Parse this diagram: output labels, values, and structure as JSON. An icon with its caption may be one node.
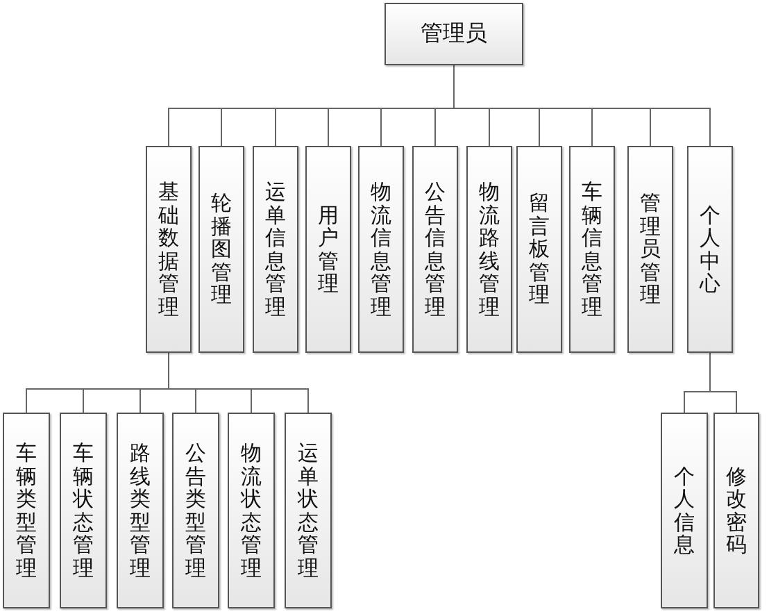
{
  "diagram": {
    "nodes": [
      {
        "text": [
          "管理员"
        ]
      },
      {
        "text": [
          "基础数据管理"
        ]
      },
      {
        "text": [
          "轮播图管理"
        ]
      },
      {
        "text": [
          "运单信息管理"
        ]
      },
      {
        "text": [
          "用户管理"
        ]
      },
      {
        "text": [
          "物流信息管理"
        ]
      },
      {
        "text": [
          "公告信息管理"
        ]
      },
      {
        "text": [
          "物流路线管理"
        ]
      },
      {
        "text": [
          "留言板管理"
        ]
      },
      {
        "text": [
          "车辆信息管理"
        ]
      },
      {
        "text": [
          "管理员管理"
        ]
      },
      {
        "text": [
          "个人中心"
        ]
      },
      {
        "text": [
          "车辆类型管理"
        ]
      },
      {
        "text": [
          "车辆状态管理"
        ]
      },
      {
        "text": [
          "路线类型管理"
        ]
      },
      {
        "text": [
          "公告类型管理"
        ]
      },
      {
        "text": [
          "物流状态管理"
        ]
      },
      {
        "text": [
          "运单状态管理"
        ]
      },
      {
        "text": [
          "个人信息"
        ]
      },
      {
        "text": [
          "修改密码"
        ]
      }
    ],
    "edges": [
      {
        "from": 0,
        "to": 1,
        "arrow": "none"
      },
      {
        "from": 0,
        "to": 2,
        "arrow": "none"
      },
      {
        "from": 0,
        "to": 3,
        "arrow": "none"
      },
      {
        "from": 0,
        "to": 4,
        "arrow": "none"
      },
      {
        "from": 0,
        "to": 5,
        "arrow": "none"
      },
      {
        "from": 0,
        "to": 6,
        "arrow": "none"
      },
      {
        "from": 0,
        "to": 7,
        "arrow": "none"
      },
      {
        "from": 0,
        "to": 8,
        "arrow": "none"
      },
      {
        "from": 0,
        "to": 9,
        "arrow": "none"
      },
      {
        "from": 0,
        "to": 10,
        "arrow": "none"
      },
      {
        "from": 0,
        "to": 11,
        "arrow": "none"
      },
      {
        "from": 1,
        "to": 12,
        "arrow": "none"
      },
      {
        "from": 1,
        "to": 13,
        "arrow": "none"
      },
      {
        "from": 1,
        "to": 14,
        "arrow": "none"
      },
      {
        "from": 1,
        "to": 15,
        "arrow": "none"
      },
      {
        "from": 1,
        "to": 16,
        "arrow": "none"
      },
      {
        "from": 1,
        "to": 17,
        "arrow": "none"
      },
      {
        "from": 11,
        "to": 18,
        "arrow": "none"
      },
      {
        "from": 11,
        "to": 19,
        "arrow": "none"
      }
    ]
  }
}
